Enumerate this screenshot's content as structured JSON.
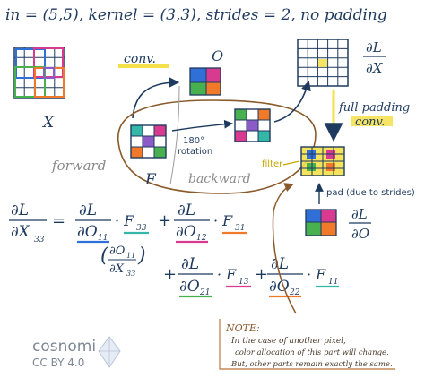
{
  "header": {
    "line": "in = (5,5), kernel = (3,3), strides = 2, no padding"
  },
  "labels": {
    "x": "X",
    "conv": "conv.",
    "o": "O",
    "f": "F",
    "rotation_1": "180°",
    "rotation_2": "rotation",
    "forward": "forward",
    "backward": "backward",
    "dl_dx_num": "∂L",
    "dl_dx_den": "∂X",
    "full_padding_1": "full padding",
    "full_padding_2": "conv.",
    "filter": "filter",
    "pad": "pad (due to strides)",
    "dl_do_num": "∂L",
    "dl_do_den": "∂O"
  },
  "equation": {
    "lhs_num": "∂L",
    "lhs_den": "∂X",
    "lhs_sub": "33",
    "eq": "=",
    "t1_num": "∂L",
    "t1_den": "∂O",
    "t1_den_sub": "11",
    "t1_f": "· F",
    "t1_f_sub": "33",
    "plus1": "+",
    "t2_num": "∂L",
    "t2_den": "∂O",
    "t2_den_sub": "12",
    "t2_f": "· F",
    "t2_f_sub": "31",
    "paren_num": "∂O",
    "paren_num_sub": "11",
    "paren_den": "∂X",
    "paren_den_sub": "33",
    "plus2": "+",
    "t3_num": "∂L",
    "t3_den": "∂O",
    "t3_den_sub": "21",
    "t3_f": "· F",
    "t3_f_sub": "13",
    "plus3": "+",
    "t4_num": "∂L",
    "t4_den": "∂O",
    "t4_den_sub": "22",
    "t4_f": "· F",
    "t4_f_sub": "11"
  },
  "note": {
    "title": "NOTE:",
    "line1": "In the case of another pixel,",
    "line2": "color allocation of this part will change.",
    "line3": "But, other parts remain exactly the same."
  },
  "brand": {
    "name": "cosnomi",
    "license": "CC BY 4.0"
  },
  "colors": {
    "ink": "#1f3a5f",
    "teal": "#35b7a8",
    "blue": "#2f6fd6",
    "orange": "#f07a2a",
    "magenta": "#d83a8f",
    "purple": "#8b5cc7",
    "pink": "#e46aa0",
    "green": "#49b04f",
    "yellow": "#f4e04a",
    "brown": "#8a5a2b",
    "note_box": "#c58a5a"
  }
}
